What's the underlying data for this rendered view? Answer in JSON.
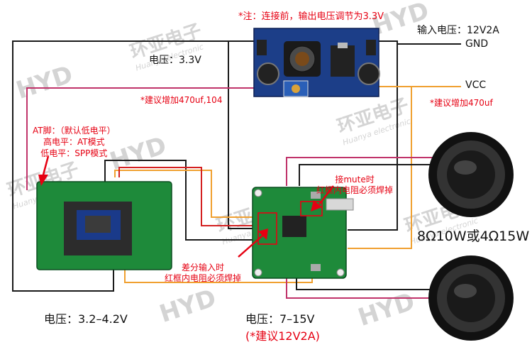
{
  "notes": {
    "top_note": "*注：连接前，输出电压调节为3.3V",
    "input_voltage": "输入电压：12V2A",
    "gnd": "GND",
    "vcc": "VCC",
    "voltage_33": "电压：3.3V",
    "cap_suggest_left": "*建议增加470uf,104",
    "cap_suggest_right": "*建议增加470uf",
    "at_pin_1": "AT脚：（默认低电平）",
    "at_pin_2": "高电平：AT模式",
    "at_pin_3": "低电平：SPP模式",
    "mute_1": "接mute时",
    "mute_2": "红框内电阻必须焊掉",
    "diff_1": "差分输入时",
    "diff_2": "红框内电阻必须焊掉",
    "speaker_spec": "8Ω10W或4Ω15W",
    "bt_voltage": "电压：3.2–4.2V",
    "amp_voltage": "电压：7–15V",
    "amp_suggest": "(*建议12V2A)"
  },
  "watermark": {
    "logo": "HYD",
    "cn": "环亚电子",
    "en": "Huanya electronic"
  },
  "colors": {
    "red": "#e60012",
    "wire_black": "#1a1a1a",
    "wire_magenta": "#c0336a",
    "wire_orange": "#f0a030",
    "wire_red": "#d42020",
    "pcb_green": "#1e8a3a"
  }
}
